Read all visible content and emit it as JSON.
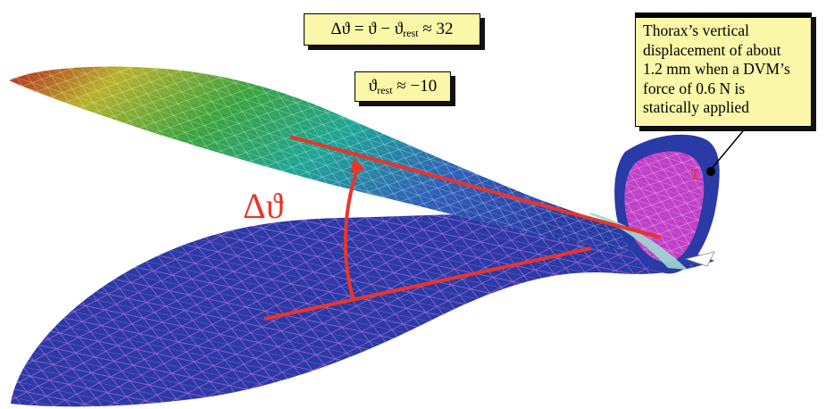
{
  "annotations": {
    "delta_theta_symbol": "Δϑ",
    "equation": {
      "lhs": "Δϑ = ϑ − ϑ",
      "subscript": "rest",
      "rhs": " ≈ 32"
    },
    "rest_angle": {
      "symbol": "ϑ",
      "subscript": "rest",
      "rhs": " ≈ −10"
    },
    "note_lines": [
      "Thorax’s vertical",
      "displacement of about",
      "1.2 mm when a DVM’s",
      "force of 0.6 N is",
      "statically applied"
    ]
  },
  "colors": {
    "mesh_blue": "#2a3aa6",
    "mesh_lines": "#c878e6",
    "thorax_magenta": "#c13fc8",
    "angle_red": "#e8352a",
    "note_fill": "#fbf7a8"
  }
}
